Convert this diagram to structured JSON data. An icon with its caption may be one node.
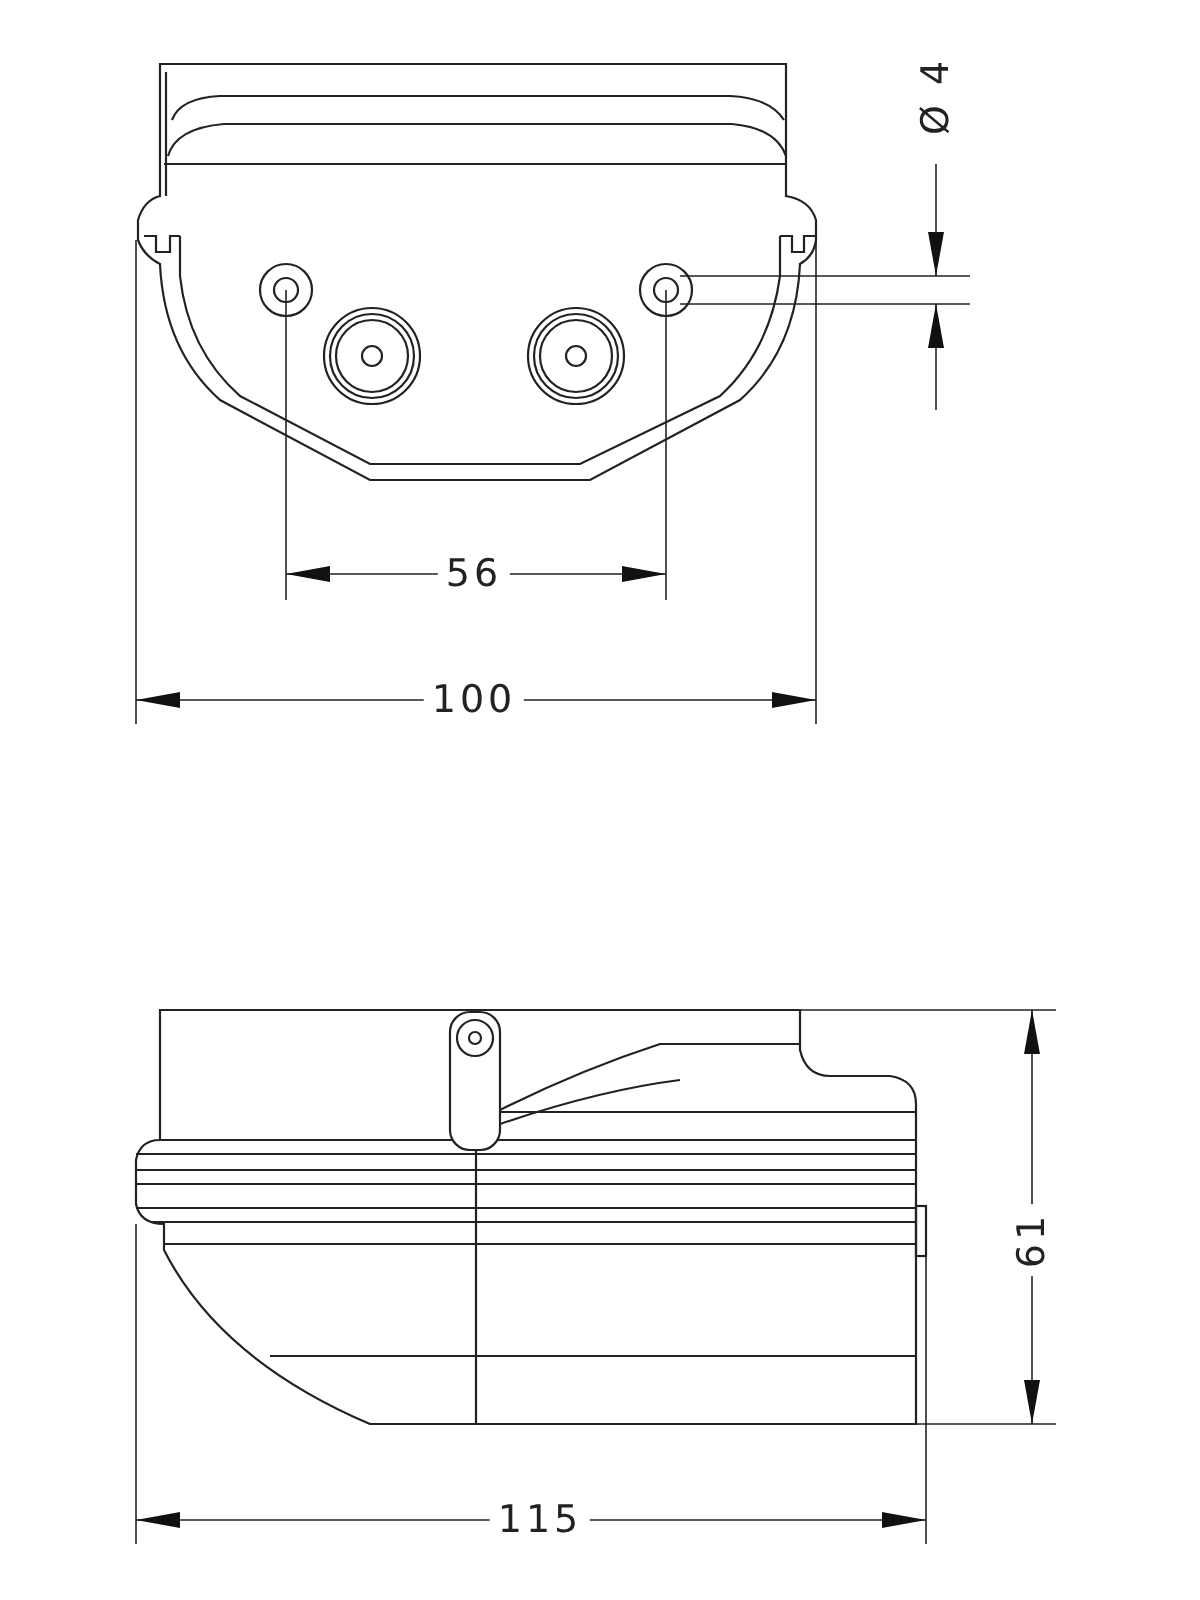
{
  "diagram": {
    "labels": [
      "Ø 4",
      "56",
      "100",
      "61",
      "115"
    ]
  }
}
